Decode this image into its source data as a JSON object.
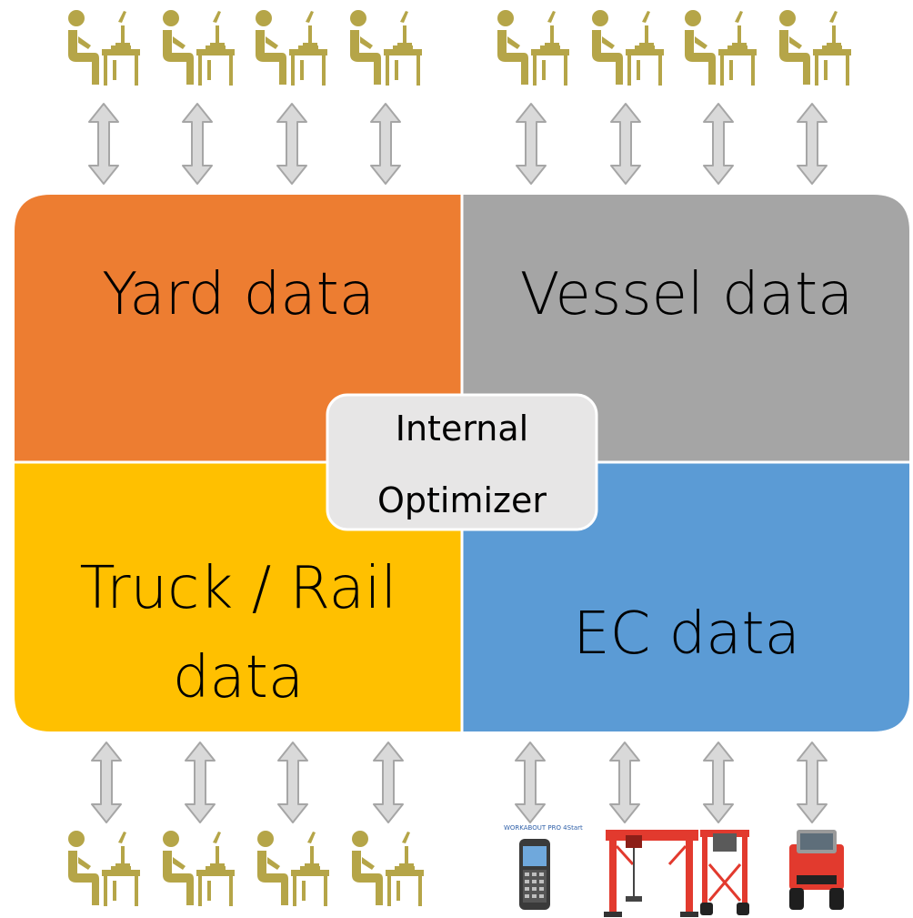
{
  "quadrants": {
    "yard": {
      "label": "Yard data",
      "color": "#ED7D31"
    },
    "vessel": {
      "label": "Vessel data",
      "color": "#A5A5A5"
    },
    "truck_rail": {
      "label_line1": "Truck / Rail",
      "label_line2": "data",
      "color": "#FFC000"
    },
    "ec": {
      "label": "EC data",
      "color": "#5B9BD5"
    }
  },
  "center_box": {
    "line1": "Internal",
    "line2": "Optimizer",
    "color": "#E7E6E6"
  },
  "colors": {
    "workstation_icon": "#B5A548",
    "arrow_fill": "#D9D9D9",
    "arrow_stroke": "#A6A6A6",
    "equipment_red": "#E23A2E"
  },
  "top_workstations": {
    "icon": "person-at-desk-icon",
    "count": 8
  },
  "bottom_workstations": {
    "icon": "person-at-desk-icon",
    "count": 4
  },
  "equipment": {
    "handheld": {
      "icon": "handheld-terminal-icon",
      "caption": "WORKABOUT PRO 4Start"
    },
    "gantry_crane": {
      "icon": "gantry-crane-icon"
    },
    "straddle_carrier": {
      "icon": "straddle-carrier-icon"
    },
    "terminal_tractor": {
      "icon": "terminal-tractor-icon"
    }
  }
}
